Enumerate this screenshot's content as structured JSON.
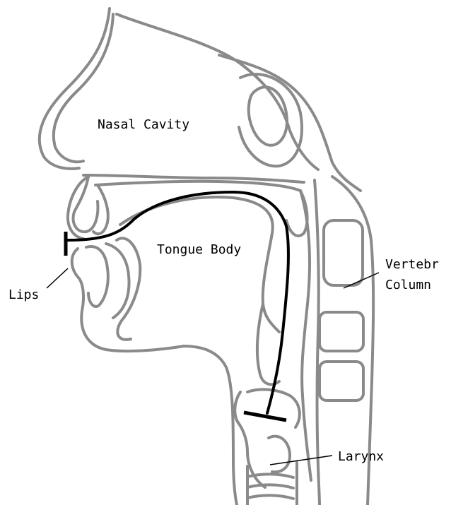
{
  "labels": {
    "nasal_cavity": "Nasal Cavity",
    "tongue_body": "Tongue Body",
    "lips": "Lips",
    "vertebral_column_line1": "Vertebr",
    "vertebral_column_line2": "Column",
    "larynx": "Larynx"
  },
  "colors": {
    "anatomy_outline": "#8a8a8a",
    "vocal_tract_tube": "#000000",
    "label_text": "#000000",
    "background": "#ffffff"
  }
}
